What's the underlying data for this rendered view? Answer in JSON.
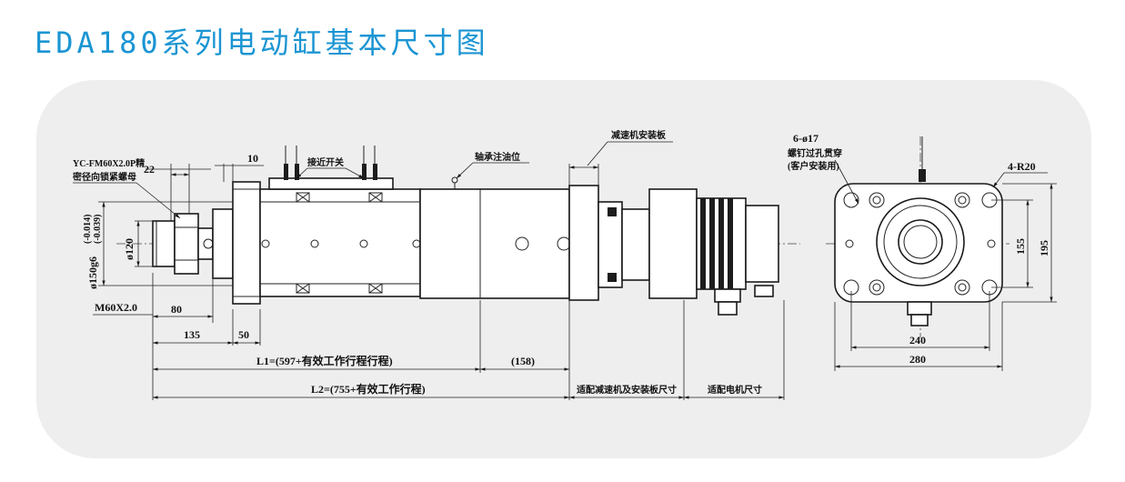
{
  "title": "EDA180系列电动缸基本尺寸图",
  "colors": {
    "title": "#1b95d3",
    "panel": "#eeeeef",
    "line": "#1a1a1a"
  },
  "annotations": {
    "nut_line1": "YC-FM60X2.0P精",
    "nut_line2": "密径向锁紧螺母",
    "dim_22": "22",
    "dim_10": "10",
    "proximity_switch": "接近开关",
    "bearing_oil": "轴承注油位",
    "reducer_plate": "减速机安装板",
    "dia_150": "ø150g6",
    "tol_150_upper": "(-0.014)",
    "tol_150_lower": "(-0.039)",
    "dia_120": "ø120",
    "thread": "M60X2.0",
    "dim_80": "80",
    "dim_135": "135",
    "dim_50": "50",
    "dim_L1": "L1=(597+有效工作行程行程)",
    "dim_158": "(158)",
    "dim_L2": "L2=(755+有效工作行程)",
    "reducer_size": "适配减速机及安装板尺寸",
    "motor_size": "适配电机尺寸",
    "holes": "6-ø17",
    "bolt_line1": "螺钉过孔贯穿",
    "bolt_line2": "(客户安装用)",
    "corner_radius": "4-R20",
    "dim_155": "155",
    "dim_195": "195",
    "dim_240": "240",
    "dim_280": "280"
  }
}
